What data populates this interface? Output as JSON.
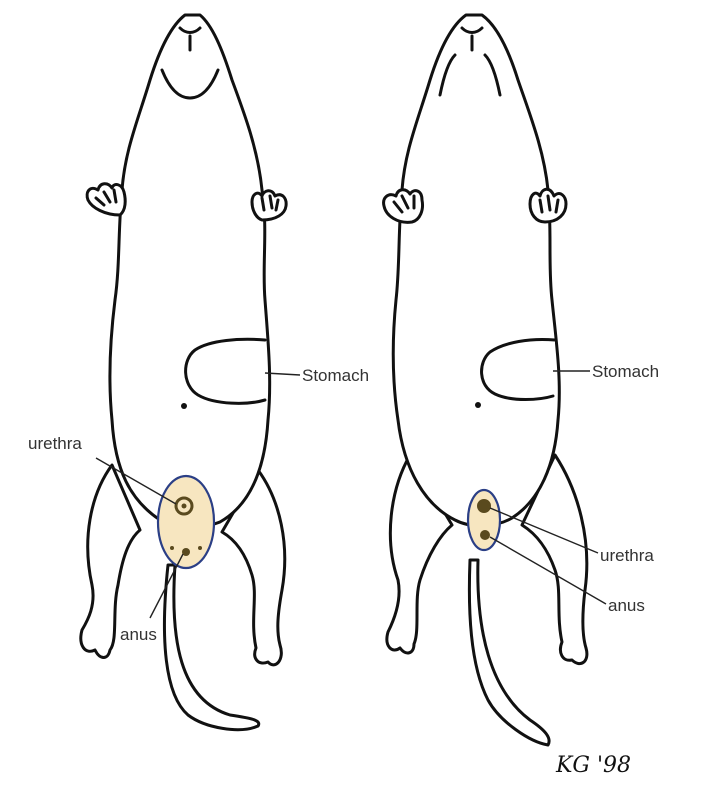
{
  "labels": {
    "left": {
      "stomach": "Stomach",
      "urethra": "urethra",
      "anus": "anus"
    },
    "right": {
      "stomach": "Stomach",
      "urethra": "urethra",
      "anus": "anus"
    }
  },
  "signature": "KG '98",
  "colors": {
    "outline": "#111111",
    "highlight_fill": "#f7e6c0",
    "highlight_stroke": "#2b3f86",
    "opening_fill": "#5a4a1e"
  }
}
